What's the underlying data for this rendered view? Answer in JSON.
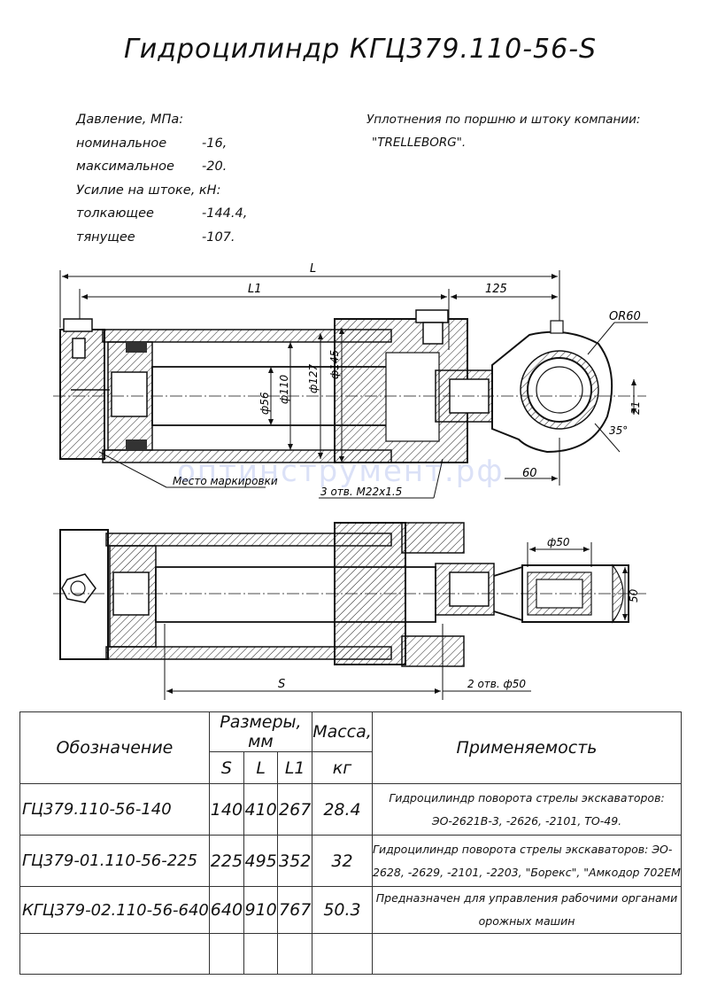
{
  "title": "Гидроцилиндр КГЦ379.110-56-S",
  "spec": {
    "pressure_label": "Давление, МПа:",
    "nominal_label": "номинальное",
    "nominal_value": "-16,",
    "max_label": "максимальное",
    "max_value": "-20.",
    "force_label": "Усилие на штоке, кН:",
    "push_label": "толкающее",
    "push_value": "-144.4,",
    "pull_label": "тянущее",
    "pull_value": "-107."
  },
  "seals": {
    "line1": "Уплотнения по поршню и штоку компании:",
    "line2": "\"TRELLEBORG\"."
  },
  "drawing": {
    "dim_L": "L",
    "dim_L1": "L1",
    "dim_125": "125",
    "dim_OR60": "OR60",
    "dim_d56": "ф56",
    "dim_d110": "ф110",
    "dim_d127": "ф127",
    "dim_d145": "ф145",
    "dim_21": "21",
    "dim_35deg": "35°",
    "dim_60": "60",
    "dim_d50_top": "ф50",
    "dim_50": "50",
    "dim_S": "S",
    "marking_place": "Место маркировки",
    "ports_note": "3 отв. М22х1.5",
    "holes_note": "2 отв. ф50",
    "watermark": "оптинструмент.рф"
  },
  "table": {
    "col_designation": "Обозначение",
    "col_dimensions": "Размеры, мм",
    "col_mass": "Масса,",
    "col_mass_unit": "кг",
    "col_application": "Применяемость",
    "col_S": "S",
    "col_L": "L",
    "col_L1": "L1",
    "rows": [
      {
        "designation": "ГЦ379.110-56-140",
        "S": "140",
        "L": "410",
        "L1": "267",
        "mass": "28.4",
        "app1": "Гидроцилиндр поворота стрелы экскаваторов:",
        "app2": "ЭО-2621В-3, -2626, -2101, ТО-49."
      },
      {
        "designation": "ГЦ379-01.110-56-225",
        "S": "225",
        "L": "495",
        "L1": "352",
        "mass": "32",
        "app1": "Гидроцилиндр поворота стрелы экскаваторов: ЭО-",
        "app2": "2628, -2629, -2101, -2203, \"Борекс\", \"Амкодор 702ЕМ"
      },
      {
        "designation": "КГЦ379-02.110-56-640",
        "S": "640",
        "L": "910",
        "L1": "767",
        "mass": "50.3",
        "app1": "Предназначен для управления рабочими органами",
        "app2": "орожных машин"
      },
      {
        "designation": "",
        "S": "",
        "L": "",
        "L1": "",
        "mass": "",
        "app1": "",
        "app2": ""
      }
    ]
  }
}
